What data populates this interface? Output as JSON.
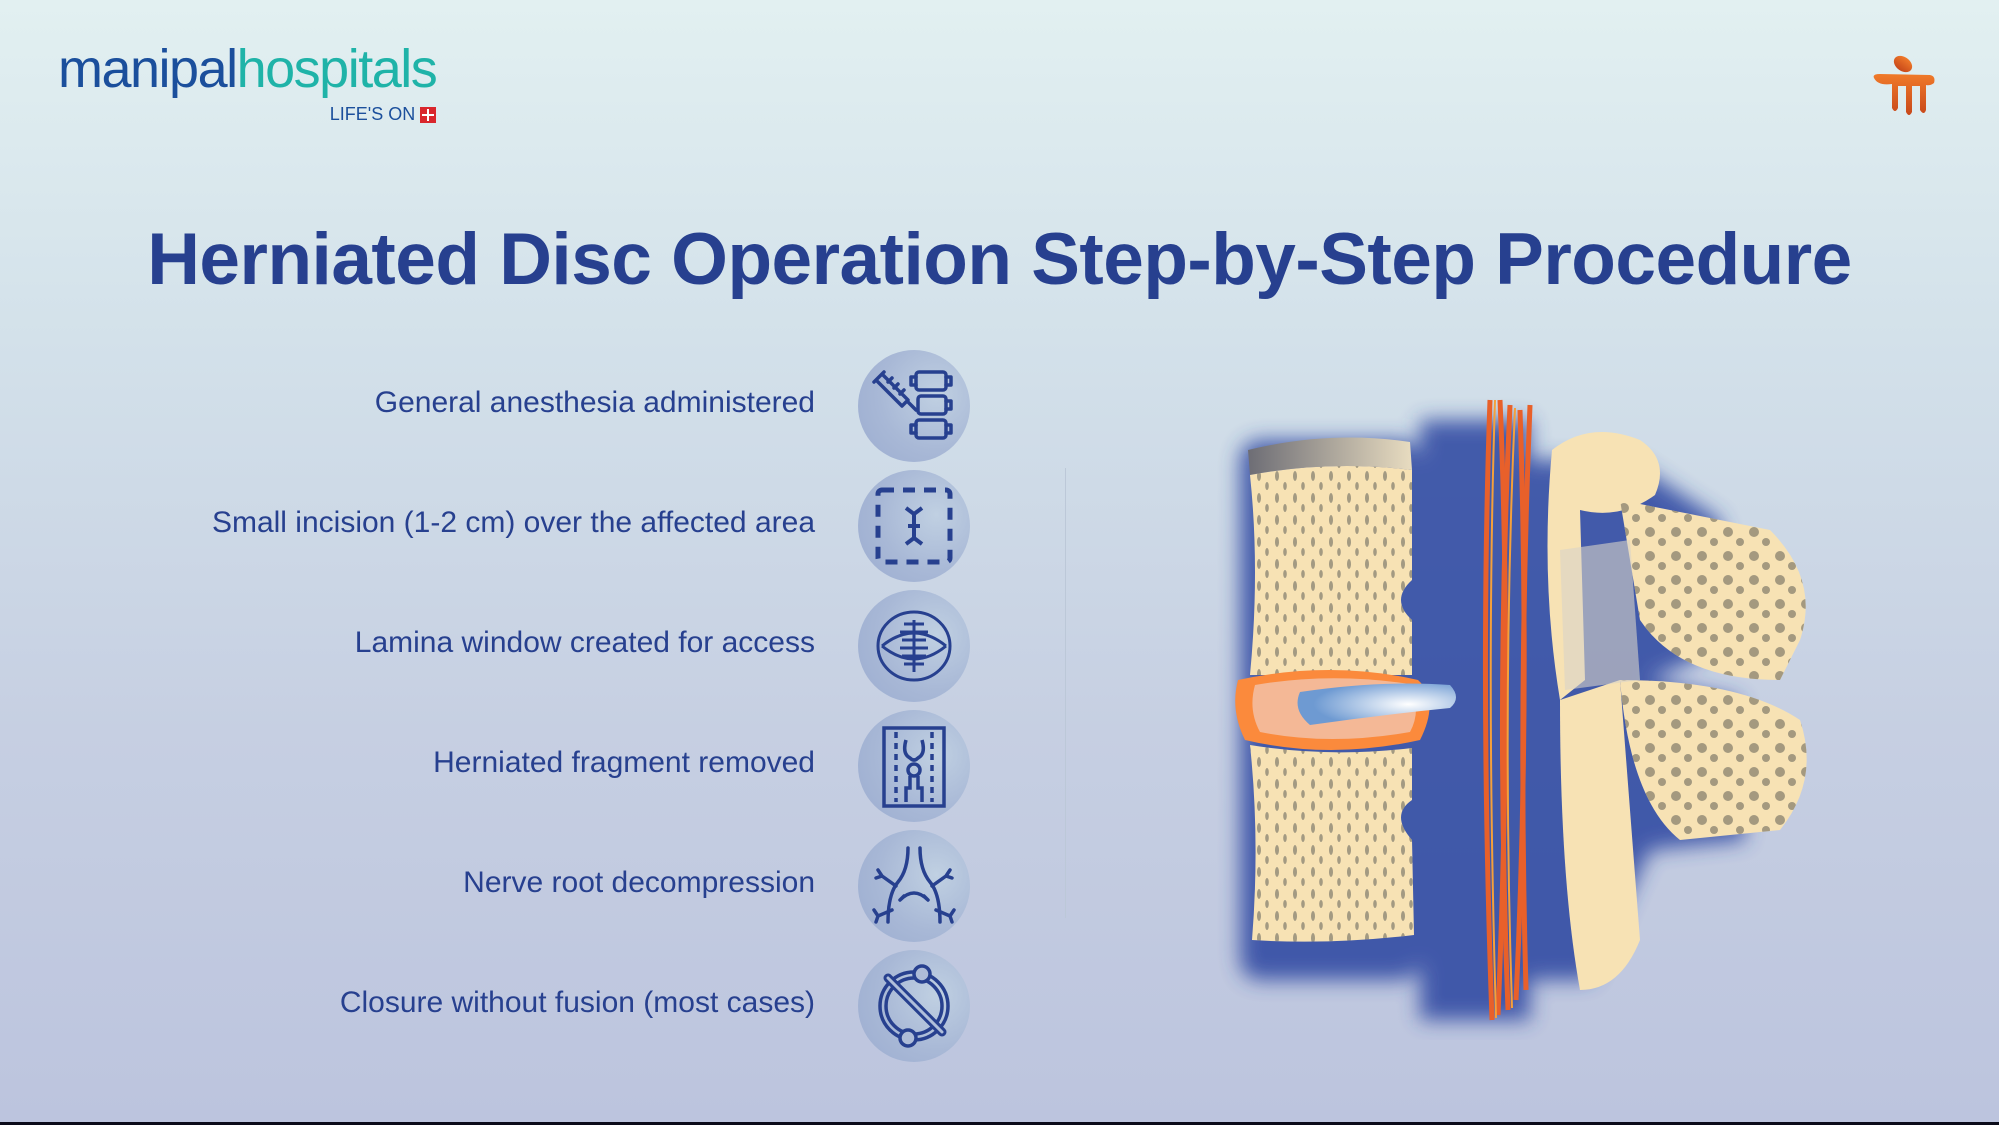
{
  "brand": {
    "logo_part1": "manipal",
    "logo_part2": "hospitals",
    "tagline": "LIFE'S ON",
    "colors": {
      "primary": "#1b4f9c",
      "secondary": "#1fb3a8",
      "cross": "#d9262c",
      "mark": "#e0601f"
    }
  },
  "title": "Herniated Disc Operation Step-by-Step Procedure",
  "title_color": "#27408f",
  "steps": [
    {
      "label": "General anesthesia administered",
      "icon": "syringe-spine-icon"
    },
    {
      "label": "Small incision (1-2 cm) over the affected area",
      "icon": "incision-area-icon"
    },
    {
      "label": "Lamina window created for access",
      "icon": "spine-window-icon"
    },
    {
      "label": "Herniated fragment removed",
      "icon": "fragment-removal-icon"
    },
    {
      "label": "Nerve root decompression",
      "icon": "nerve-root-icon"
    },
    {
      "label": "Closure without fusion (most cases)",
      "icon": "no-fusion-icon"
    }
  ],
  "illustration": {
    "subject": "lumbar spine with herniated disc compressing nerve roots"
  }
}
